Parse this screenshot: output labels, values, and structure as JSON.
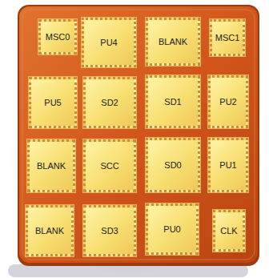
{
  "diagram": {
    "nodes": [
      {
        "text": [
          "MSC0"
        ]
      },
      {
        "text": [
          "PU4"
        ]
      },
      {
        "text": [
          "BLANK"
        ]
      },
      {
        "text": [
          "MSC1"
        ]
      },
      {
        "text": [
          "PU5"
        ]
      },
      {
        "text": [
          "SD2"
        ]
      },
      {
        "text": [
          "SD1"
        ]
      },
      {
        "text": [
          "PU2"
        ]
      },
      {
        "text": [
          "BLANK"
        ]
      },
      {
        "text": [
          "SCC"
        ]
      },
      {
        "text": [
          "SD0"
        ]
      },
      {
        "text": [
          "PU1"
        ]
      },
      {
        "text": [
          "BLANK"
        ]
      },
      {
        "text": [
          "SD3"
        ]
      },
      {
        "text": [
          "PU0"
        ]
      },
      {
        "text": [
          "CLK"
        ]
      }
    ]
  }
}
